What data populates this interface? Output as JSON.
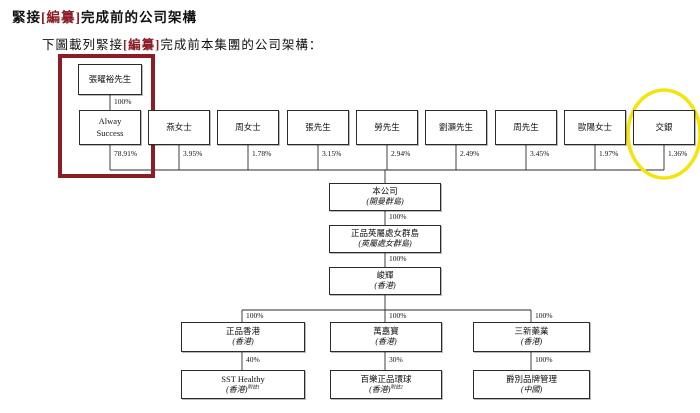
{
  "page": {
    "heading": {
      "pre": "緊接",
      "redacted": "[編纂]",
      "post": "完成前的公司架構"
    },
    "subtitle": {
      "pre": "下圖載列緊接",
      "redacted": "[編纂]",
      "post": "完成前本集團的公司架構："
    }
  },
  "colors": {
    "redaction_text": "#8c1d26",
    "highlight_rectangle": "#8c1d26",
    "highlight_ellipse": "#f5e40a"
  },
  "diagram": {
    "owner": {
      "name": "張曜裕先生",
      "stake": "100%"
    },
    "shareholders": [
      {
        "name": "Alway Success",
        "pct": "78.91%"
      },
      {
        "name": "燕女士",
        "pct": "3.95%"
      },
      {
        "name": "周女士",
        "pct": "1.78%"
      },
      {
        "name": "張先生",
        "pct": "3.15%"
      },
      {
        "name": "勞先生",
        "pct": "2.94%"
      },
      {
        "name": "劉灝先生",
        "pct": "2.49%"
      },
      {
        "name": "周先生",
        "pct": "3.45%"
      },
      {
        "name": "歐陽女士",
        "pct": "1.97%"
      },
      {
        "name": "交銀",
        "pct": "1.36%"
      }
    ],
    "chain": [
      {
        "name": "本公司",
        "jurisdiction": "(開曼群島)",
        "pct_below": "100%"
      },
      {
        "name": "正品英屬處女群島",
        "jurisdiction": "(英屬處女群島)",
        "pct_below": "100%"
      },
      {
        "name": "峻輝",
        "jurisdiction": "(香港)"
      }
    ],
    "subsidiaries": [
      {
        "pct_above": "100%",
        "name": "正品香港",
        "jurisdiction": "(香港)",
        "child_pct": "40%",
        "child": {
          "name": "SST Healthy",
          "jurisdiction": "(香港)",
          "note": "附註1"
        }
      },
      {
        "pct_above": "100%",
        "name": "萬嘉寶",
        "jurisdiction": "(香港)",
        "child_pct": "30%",
        "child": {
          "name": "百樂正品環球",
          "jurisdiction": "(香港)",
          "note": "附註2"
        }
      },
      {
        "pct_above": "100%",
        "name": "三新藥業",
        "jurisdiction": "(香港)",
        "child_pct": "100%",
        "child": {
          "name": "爵別品牌管理",
          "jurisdiction": "(中國)",
          "note": ""
        }
      }
    ]
  }
}
